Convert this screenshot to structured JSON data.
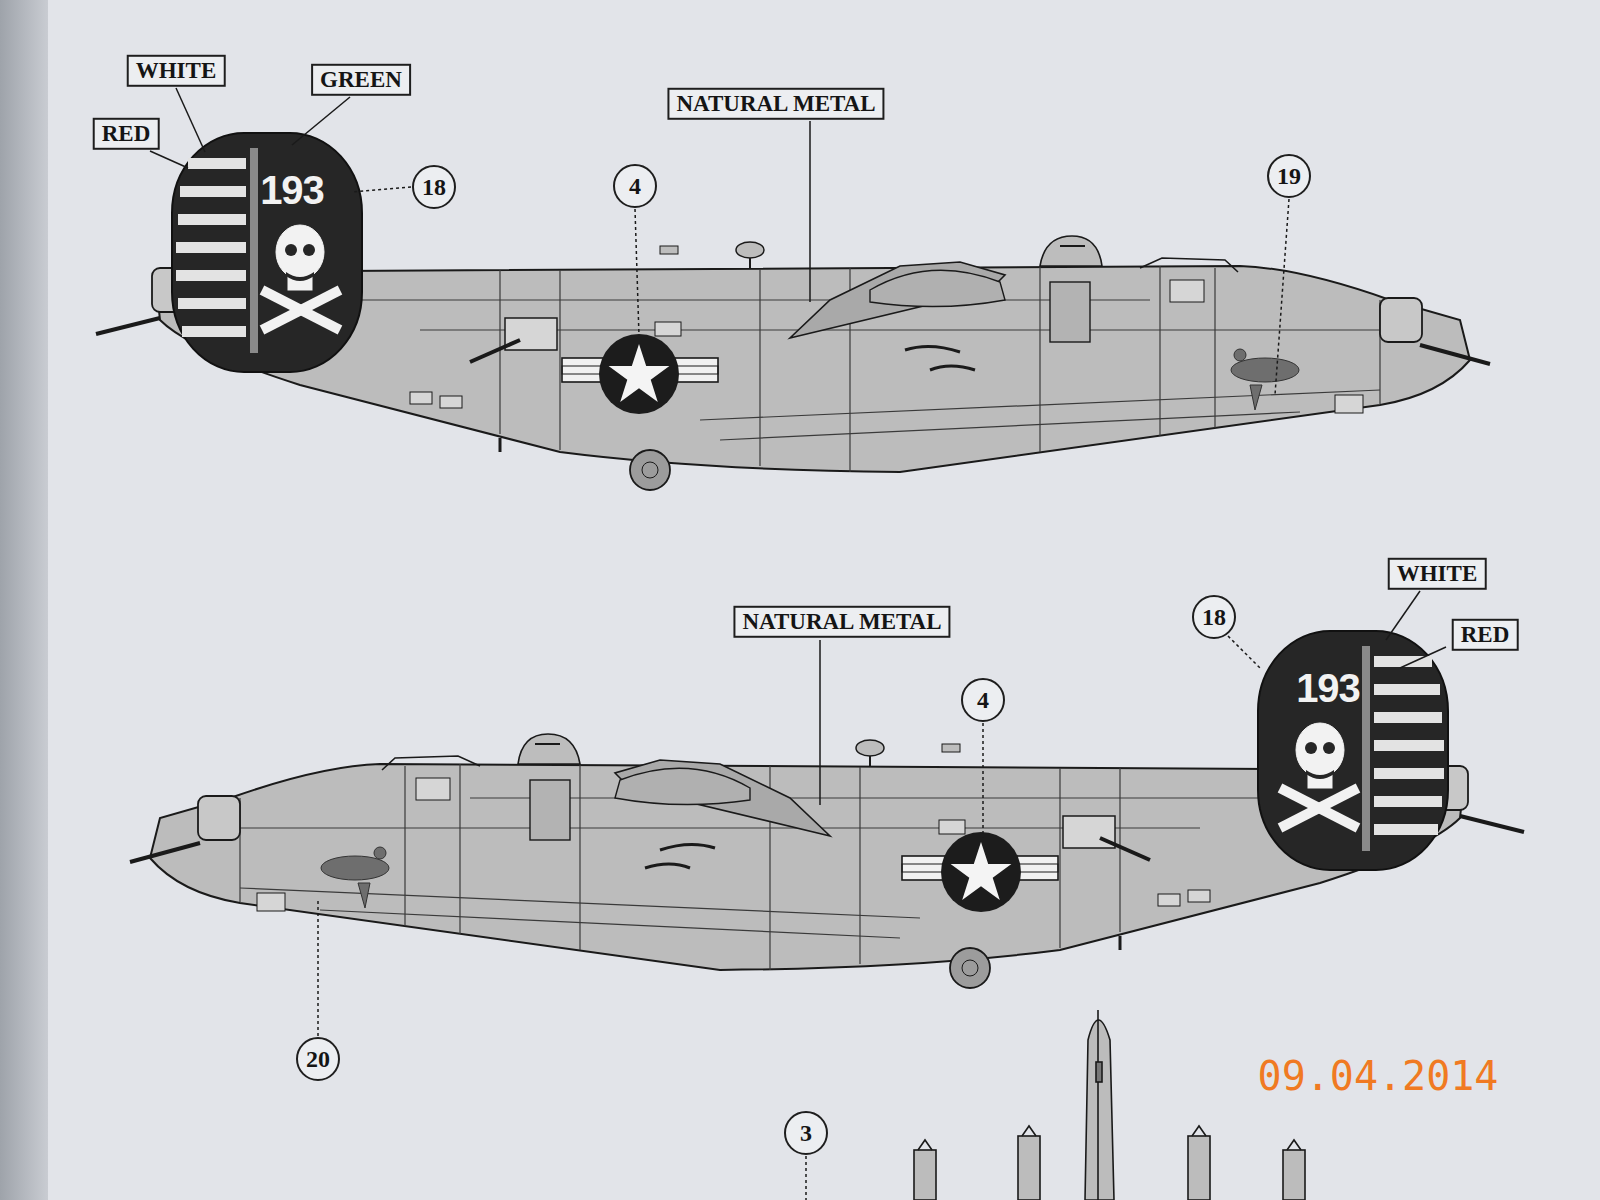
{
  "diagram": {
    "nodes": [
      {
        "text": [
          "WHITE"
        ]
      },
      {
        "text": [
          "GREEN"
        ]
      },
      {
        "text": [
          "RED"
        ]
      },
      {
        "text": [
          "NATURAL METAL"
        ]
      },
      {
        "text": [
          "18"
        ]
      },
      {
        "text": [
          "4"
        ]
      },
      {
        "text": [
          "19"
        ]
      },
      {
        "text": [
          "NATURAL METAL"
        ]
      },
      {
        "text": [
          "WHITE"
        ]
      },
      {
        "text": [
          "18"
        ]
      },
      {
        "text": [
          "RED"
        ]
      },
      {
        "text": [
          "4"
        ]
      },
      {
        "text": [
          "20"
        ]
      },
      {
        "text": [
          "3"
        ]
      }
    ],
    "labels": [
      "193",
      "193",
      "09.04.2014"
    ]
  }
}
